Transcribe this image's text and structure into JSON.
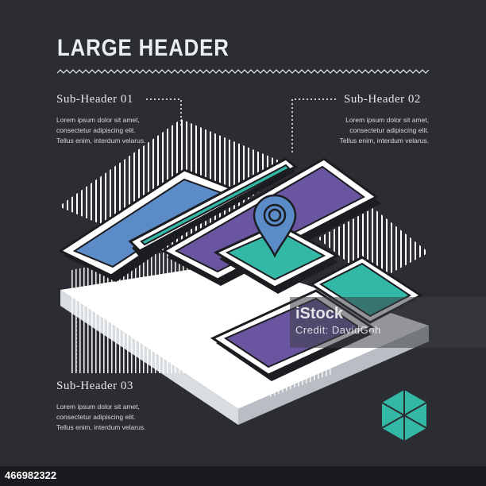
{
  "header": {
    "title": "LARGE HEADER"
  },
  "blocks": [
    {
      "sub": "Sub-Header 01",
      "lines": [
        "Lorem ipsum dolor sit amet,",
        "consectetur adipiscing elit.",
        "Tellus enim, interdum velarus."
      ]
    },
    {
      "sub": "Sub-Header 02",
      "lines": [
        "Lorem ipsum dolor sit amet,",
        "consectetur adipiscing elit.",
        "Tellus enim, interdum velarus."
      ]
    },
    {
      "sub": "Sub-Header 03",
      "lines": [
        "Lorem ipsum dolor sit amet,",
        "consectetur adipiscing elit.",
        "Tellus enim, interdum velarus."
      ]
    }
  ],
  "watermark": {
    "logo": "iStock",
    "credit": "Credit: DavidGoh"
  },
  "footer": {
    "image_id": "466982322"
  },
  "colors": {
    "background": "#2b2d32",
    "teal": "#34b8a6",
    "purple": "#6a55a0",
    "blue": "#5b8cc8",
    "white": "#ffffff"
  }
}
